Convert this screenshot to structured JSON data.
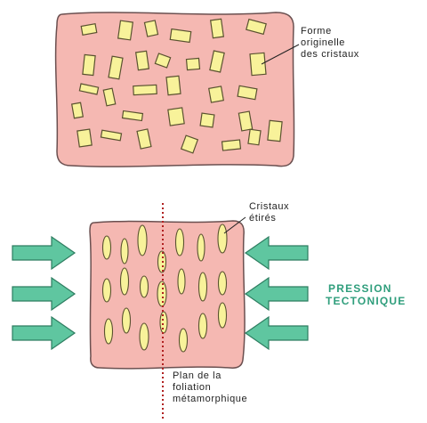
{
  "labels": {
    "forme_originelle": [
      "Forme",
      "originelle",
      "des cristaux"
    ],
    "cristaux_etires": [
      "Cristaux",
      "étirés"
    ],
    "pression": [
      "PRESSION",
      "TECTONIQUE"
    ],
    "plan_foliation": [
      "Plan de la",
      "foliation",
      "métamorphique"
    ]
  },
  "colors": {
    "rock_fill": "#f5b8b2",
    "rock_outline": "#6b5050",
    "crystal_fill": "#f8f29a",
    "crystal_outline": "#5a5230",
    "arrow_fill": "#5fc6a0",
    "arrow_outline": "#2d7d60",
    "plane_line": "#b02020",
    "pression_text": "#2f9e7c"
  }
}
